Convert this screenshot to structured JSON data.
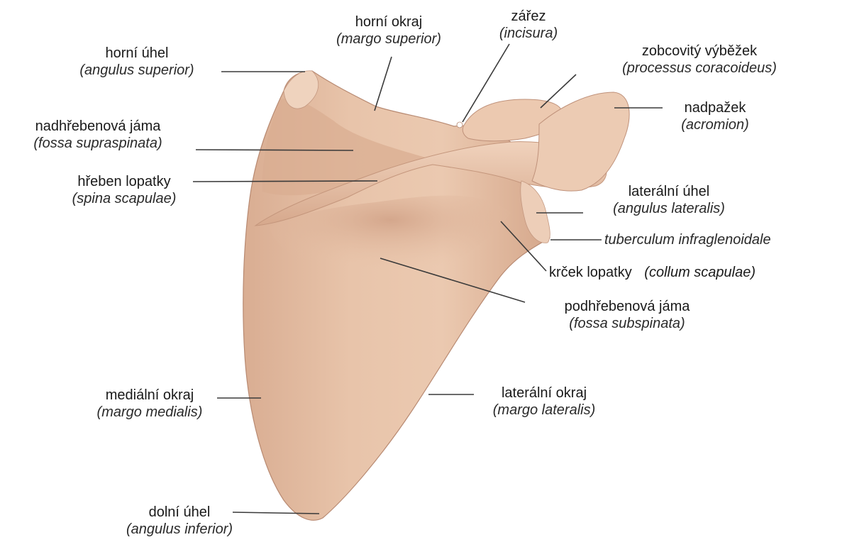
{
  "colors": {
    "bone_base": "#e6c0a6",
    "bone_light": "#f0d1ba",
    "bone_shadow": "#c79a80",
    "bone_outline": "#b88a72",
    "leader_line": "#3a3a3a",
    "background": "#ffffff"
  },
  "labels": {
    "angulus_superior": {
      "name": "horní úhel",
      "latin": "(angulus superior)"
    },
    "margo_superior": {
      "name": "horní okraj",
      "latin": "(margo superior)"
    },
    "incisura": {
      "name": "zářez",
      "latin": "(incisura)"
    },
    "processus_coracoideus": {
      "name": "zobcovitý výběžek",
      "latin": "(processus coracoideus)"
    },
    "acromion": {
      "name": "nadpažek",
      "latin": "(acromion)"
    },
    "fossa_supraspinata": {
      "name": "nadhřebenová jáma",
      "latin": "(fossa supraspinata)"
    },
    "spina_scapulae": {
      "name": "hřeben lopatky",
      "latin": "(spina scapulae)"
    },
    "angulus_lateralis": {
      "name": "laterální úhel",
      "latin": "(angulus lateralis)"
    },
    "tuberculum_infraglenoidale": {
      "latin": "tuberculum infraglenoidale"
    },
    "collum_scapulae": {
      "name": "krček lopatky",
      "latin": "(collum scapulae)"
    },
    "fossa_subspinata": {
      "name": "podhřebenová jáma",
      "latin": "(fossa subspinata)"
    },
    "margo_medialis": {
      "name": "mediální okraj",
      "latin": "(margo medialis)"
    },
    "margo_lateralis": {
      "name": "laterální okraj",
      "latin": "(margo lateralis)"
    },
    "angulus_inferior": {
      "name": "dolní úhel",
      "latin": "(angulus inferior)"
    }
  }
}
